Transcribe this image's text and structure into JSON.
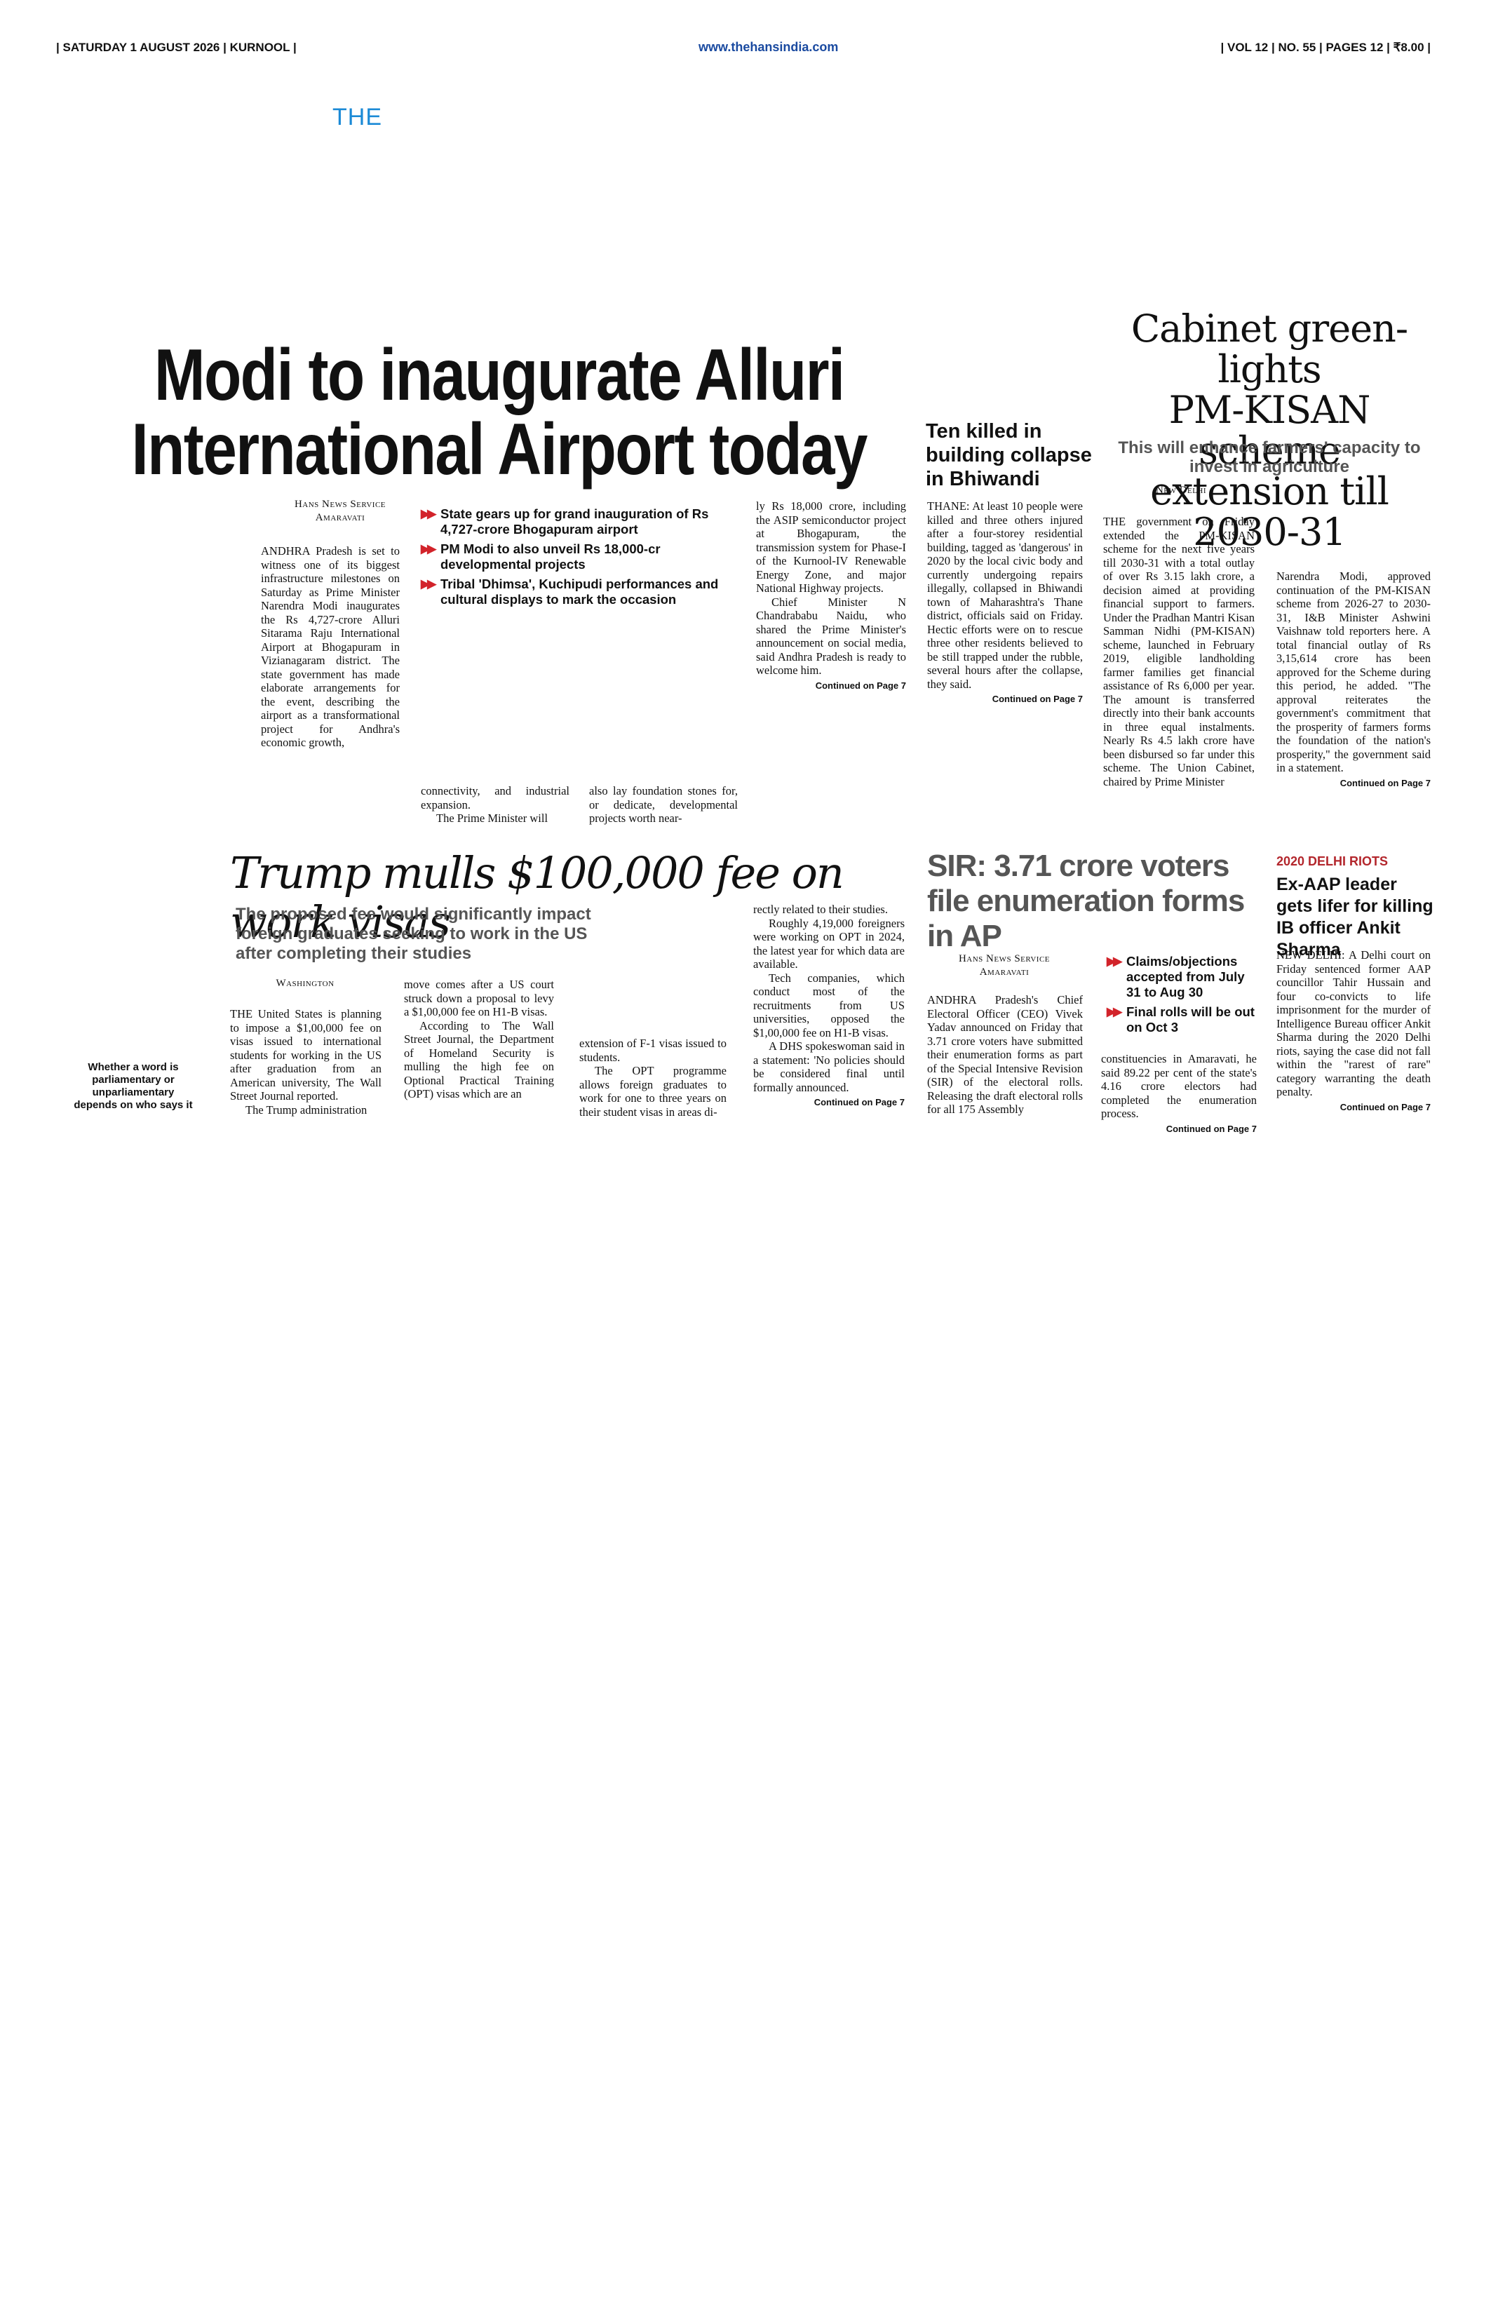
{
  "header": {
    "left": "| SATURDAY 1 AUGUST 2026 | KURNOOL |",
    "site": "www.thehansindia.com",
    "right": "| VOL 12 | NO. 55 | PAGES 12 | ₹8.00 |",
    "masthead": "THE"
  },
  "airport": {
    "headline_1": "Modi to inaugurate Alluri",
    "headline_2": "International Airport today",
    "byline_1": "Hans News Service",
    "byline_2": "Amaravati",
    "col1": "ANDHRA Pradesh is set to witness one of its biggest infrastructure milestones on Saturday as Prime Minister Narendra Modi inaugurates the Rs 4,727-crore Alluri Sitarama Raju International Airport at Bhogapuram in Vizianagaram district. The state government has made elaborate arrangements for the event, describing the airport as a transformational project for Andhra's economic growth,",
    "bullets": [
      "State gears up for grand inauguration of Rs 4,727-crore Bhogapuram airport",
      "PM Modi to also unveil Rs 18,000-cr developmental projects",
      "Tribal 'Dhimsa', Kuchipudi performances and cultural displays to mark the occasion"
    ],
    "col2": "connectivity, and industrial expansion.",
    "col2b": "The Prime Minister will",
    "col3": "also lay foundation stones for, or dedicate, developmental projects worth near-",
    "col4": "ly Rs 18,000 crore, including the ASIP semiconductor project at Bhogapuram, the transmission system for Phase-I of the Kurnool-IV Renewable Energy Zone, and major National Highway projects.",
    "col4b": "Chief Minister N Chandrababu Naidu, who shared the Prime Minister's announcement on social media, said Andhra Pradesh is ready to welcome him.",
    "continued": "Continued on Page 7"
  },
  "bhiwandi": {
    "headline": "Ten killed in building collapse in Bhiwandi",
    "body": "THANE: At least 10 people were killed and three others injured after a four-storey residential building, tagged as 'dangerous' in 2020 by the local civic body and currently undergoing repairs illegally, collapsed in Bhiwandi town of Maharashtra's Thane district, officials said on Friday. Hectic efforts were on to rescue three other residents believed to be still trapped under the rubble, several hours after the collapse, they said.",
    "continued": "Continued on Page 7"
  },
  "pmkisan": {
    "headline_1": "Cabinet green-lights",
    "headline_2": "PM-KISAN scheme",
    "headline_3": "extension till 2030-31",
    "subhead": "This will enhance farmers' capacity to invest in agriculture",
    "byline": "New Delhi",
    "col1": "THE government on Friday extended the PM-KISAN scheme for the next five years till 2030-31 with a total outlay of over Rs 3.15 lakh crore, a decision aimed at providing financial support to farmers. Under the Pradhan Mantri Kisan Samman Nidhi (PM-KISAN) scheme, launched in February 2019, eligible landholding farmer families get financial assistance of Rs 6,000 per year. The amount is transferred directly into their bank accounts in three equal instalments. Nearly Rs 4.5 lakh crore have been disbursed so far under this scheme. The Union Cabinet, chaired by Prime Minister",
    "col2": "Narendra Modi, approved continuation of the PM-KISAN scheme from 2026-27 to 2030-31, I&B Minister Ashwini Vaishnaw told reporters here. A total financial outlay of Rs 3,15,614 crore has been approved for the Scheme during this period, he added. \"The approval reiterates the government's commitment that the prosperity of farmers forms the foundation of the nation's prosperity,\" the government said in a statement.",
    "continued": "Continued on Page 7"
  },
  "trump": {
    "headline": "Trump mulls $100,000 fee on work visas",
    "subhead": "The proposed fee would significantly impact foreign graduates seeking to work in the US after completing their studies",
    "byline": "Washington",
    "col1": "THE United States is planning to impose a $1,00,000 fee on visas issued to international students for working in the US after graduation from an American university, The Wall Street Journal reported.",
    "col1b": "The Trump administration",
    "col2": "move comes after a US court struck down a proposal to levy a $1,00,000 fee on H1-B visas.",
    "col2b": "According to The Wall Street Journal, the Department of Homeland Security is mulling the high fee on Optional Practical Training (OPT) visas which are an",
    "col3": "extension of F-1 visas issued to students.",
    "col3b": "The OPT programme allows foreign graduates to work for one to three years on their student visas in areas di-",
    "col4": "rectly related to their studies.",
    "col4b": "Roughly 4,19,000 foreigners were working on OPT in 2024, the latest year for which data are available.",
    "col4c": "Tech companies, which conduct most of the recruitments from US universities, opposed the $1,00,000 fee on H1-B visas.",
    "col4d": "A DHS spokeswoman said in a statement: 'No policies should be considered final until formally announced.",
    "continued": "Continued on Page 7"
  },
  "sidebar_note": "Whether a word is parliamentary or unparliamentary depends on who says it",
  "sir": {
    "headline": "SIR: 3.71 crore voters file enumeration forms in AP",
    "byline_1": "Hans News Service",
    "byline_2": "Amaravati",
    "bullets": [
      "Claims/objections accepted from July 31 to Aug 30",
      "Final rolls will be out on Oct 3"
    ],
    "col1": "ANDHRA Pradesh's Chief Electoral Officer (CEO) Vivek Yadav announced on Friday that 3.71 crore voters have submitted their enumeration forms as part of the Special Intensive Revision (SIR) of the electoral rolls. Releasing the draft electoral rolls for all 175 Assembly",
    "col2": "constituencies in Amaravati, he said 89.22 per cent of the state's 4.16 crore electors had completed the enumeration process.",
    "continued": "Continued on Page 7"
  },
  "riots": {
    "tag": "2020 DELHI RIOTS",
    "headline": "Ex-AAP leader gets lifer for killing IB officer Ankit Sharma",
    "body": "NEW DELHI: A Delhi court on Friday sentenced former AAP councillor Tahir Hussain and four co-convicts to life imprisonment for the murder of Intelligence Bureau officer Ankit Sharma during the 2020 Delhi riots, saying the case did not fall within the \"rarest of rare\" category warranting the death penalty.",
    "continued": "Continued on Page 7"
  }
}
